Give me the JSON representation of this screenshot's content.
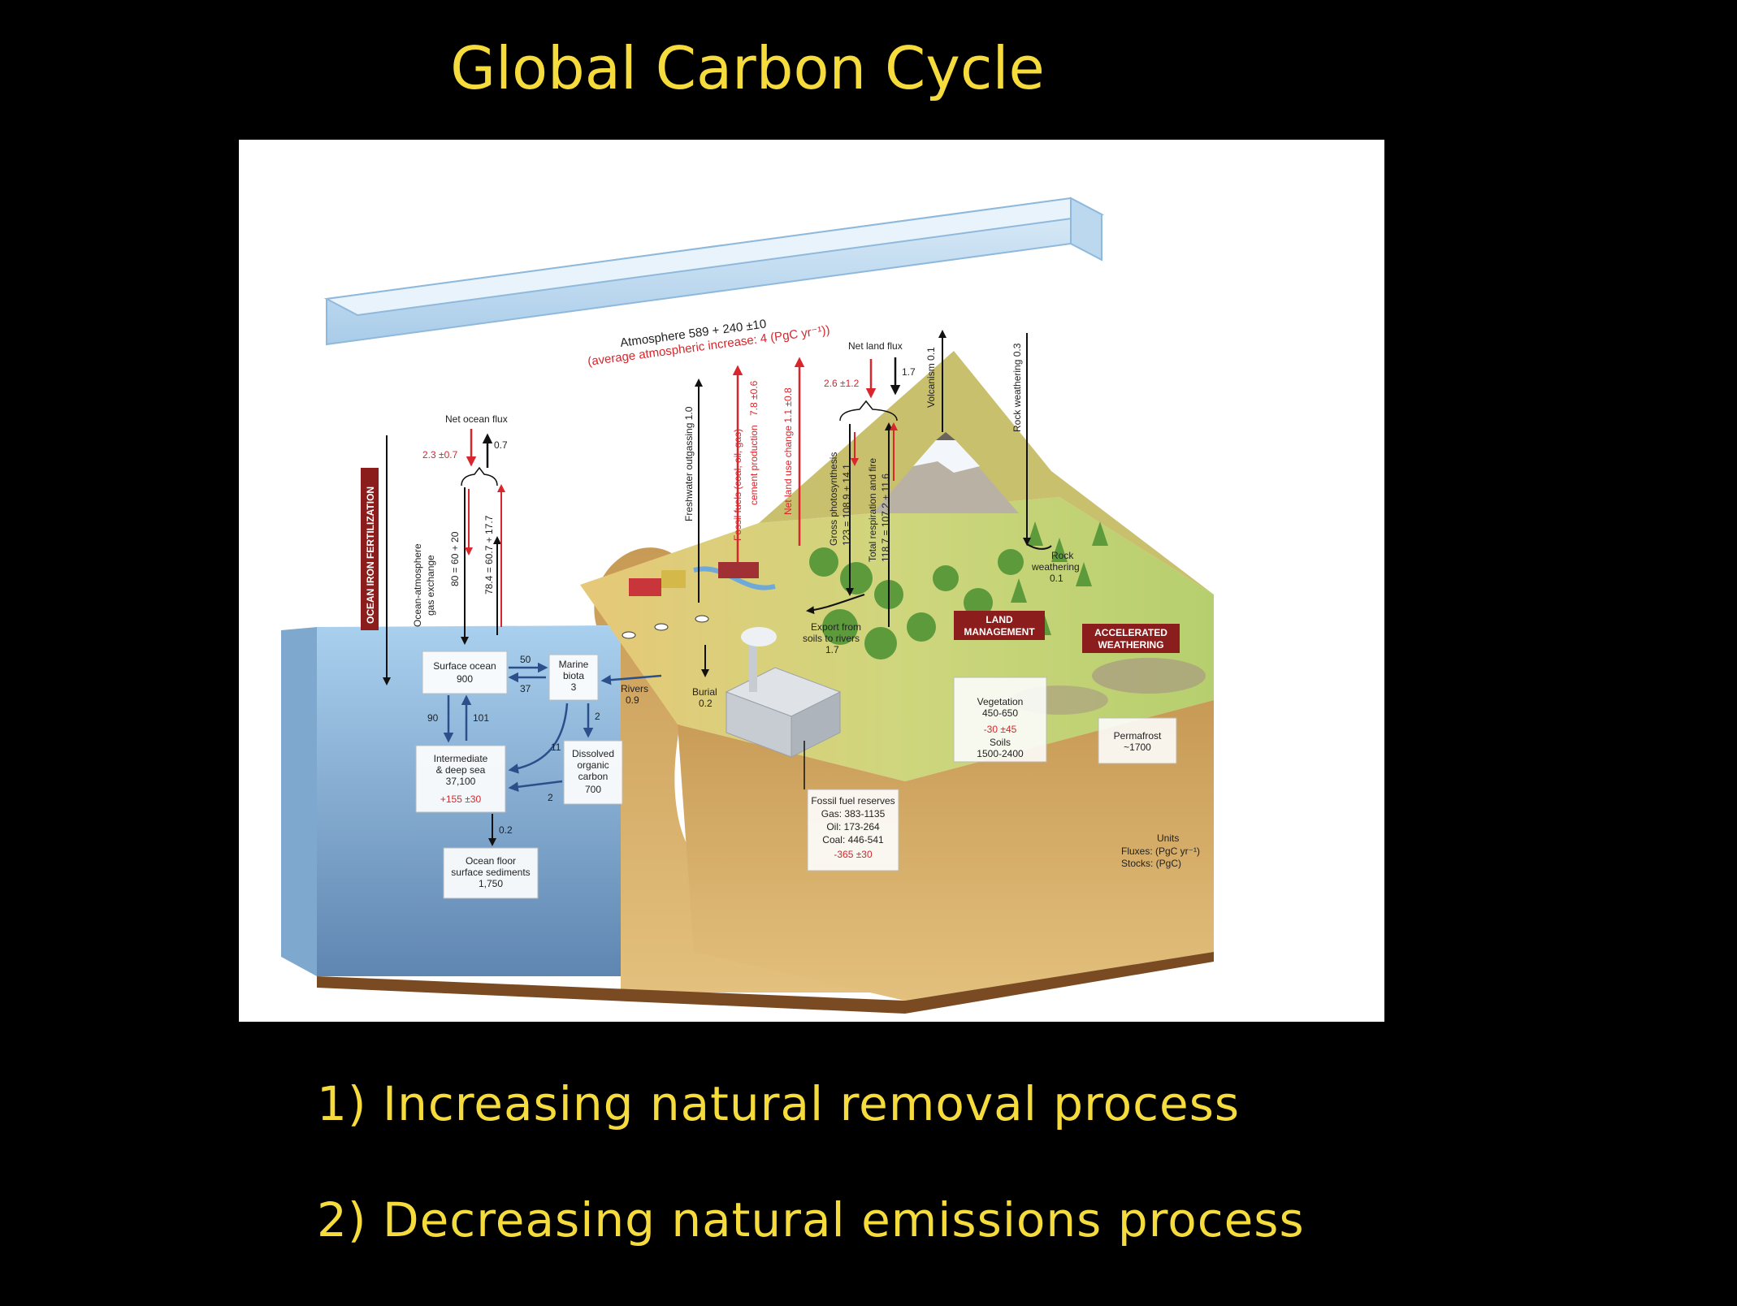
{
  "slide": {
    "title": "Global Carbon Cycle",
    "bullets": [
      "1) Increasing natural removal process",
      "2) Decreasing natural emissions process"
    ]
  },
  "diagram": {
    "atmosphere": {
      "label": "Atmosphere 589 + 240 ±10",
      "increase": "(average atmospheric increase: 4 (PgC yr⁻¹))"
    },
    "ocean_iron": "OCEAN IRON FERTILIZATION",
    "net_ocean_flux": {
      "label": "Net ocean flux",
      "down": "2.3 ±0.7",
      "up": "0.7"
    },
    "ocean_gas_exchange": {
      "label1": "Ocean-atmosphere",
      "label2": "gas exchange",
      "down": "80 = 60 + 20",
      "up": "78.4 = 60.7 + 17.7"
    },
    "freshwater_outgassing": "Freshwater outgassing   1.0",
    "fossil_fuels": {
      "line1": "Fossil fuels (coal, oil, gas)",
      "line2": "cement production",
      "value": "7.8 ±0.6"
    },
    "net_land_use_change": "Net land use change   1.1 ±0.8",
    "net_land_flux": {
      "label": "Net land flux",
      "down": "2.6 ±1.2",
      "up": "1.7"
    },
    "gross_photosynthesis": {
      "line1": "Gross photosynthesis",
      "line2": "123 = 108.9 + 14.1"
    },
    "total_respiration": {
      "line1": "Total respiration and fire",
      "line2": "118.7 = 107.2 + 11.6"
    },
    "volcanism": "Volcanism   0.1",
    "rock_weathering": "Rock weathering   0.3",
    "rock_weathering_land": {
      "line1": "Rock",
      "line2": "weathering",
      "value": "0.1"
    },
    "land_management": {
      "line1": "LAND",
      "line2": "MANAGEMENT"
    },
    "accelerated_weathering": {
      "line1": "ACCELERATED",
      "line2": "WEATHERING"
    },
    "export_rivers": {
      "line1": "Export from",
      "line2": "soils to rivers",
      "value": "1.7"
    },
    "rivers": {
      "label": "Rivers",
      "value": "0.9"
    },
    "burial": {
      "label": "Burial",
      "value": "0.2"
    },
    "surface_ocean": {
      "label": "Surface ocean",
      "value": "900"
    },
    "marine_biota": {
      "line1": "Marine",
      "line2": "biota",
      "value": "3"
    },
    "flux_surface_to_biota": "50",
    "flux_biota_to_surface": "37",
    "flux_surface_to_deep": "90",
    "flux_deep_to_surface": "101",
    "flux_biota_to_doc": "2",
    "flux_biota_to_deep": "11",
    "flux_doc_to_deep": "2",
    "flux_to_sediments": "0.2",
    "intermediate_deep": {
      "line1": "Intermediate",
      "line2": "& deep sea",
      "value": "37,100",
      "change": "+155 ±30"
    },
    "dissolved_organic": {
      "line1": "Dissolved",
      "line2": "organic",
      "line3": "carbon",
      "value": "700"
    },
    "ocean_floor": {
      "line1": "Ocean floor",
      "line2": "surface sediments",
      "value": "1,750"
    },
    "fossil_reserves": {
      "title": "Fossil fuel reserves",
      "gas": "Gas: 383-1135",
      "oil": "Oil: 173-264",
      "coal": "Coal: 446-541",
      "change": "-365 ±30"
    },
    "vegetation": {
      "label": "Vegetation",
      "value": "450-650",
      "change": "-30 ±45",
      "soils": "Soils",
      "soils_value": "1500-2400"
    },
    "permafrost": {
      "label": "Permafrost",
      "value": "~1700"
    },
    "units": {
      "title": "Units",
      "fluxes": "Fluxes: (PgC yr⁻¹)",
      "stocks": "Stocks: (PgC)"
    },
    "colors": {
      "red_flux": "#d7262c",
      "black_flux": "#111111",
      "blue_flux": "#2a4f8a",
      "label_red_box": "#8b1d1d",
      "title_yellow": "#f5dc3c"
    }
  }
}
